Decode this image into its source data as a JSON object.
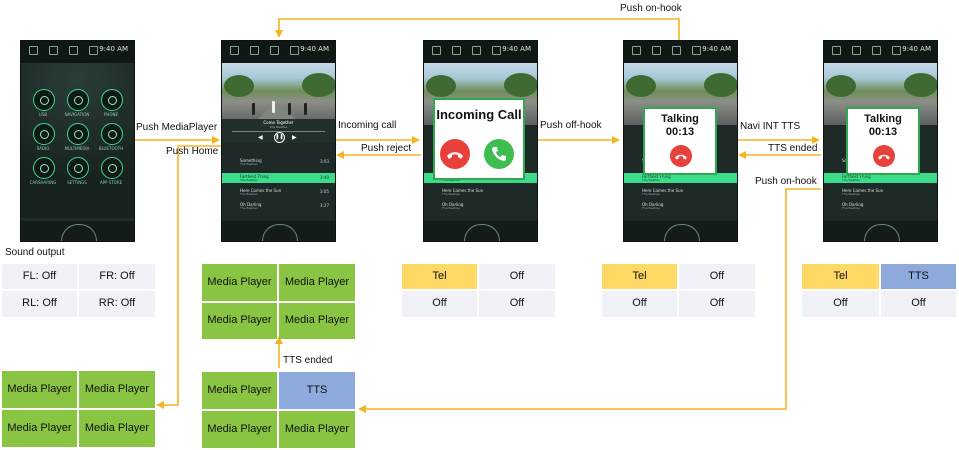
{
  "labels": {
    "push_on_hook_top": "Push on-hook",
    "push_mediaplayer": "Push MediaPlayer",
    "push_home": "Push Home",
    "incoming_call": "Incoming call",
    "push_reject": "Push reject",
    "push_off_hook": "Push off-hook",
    "navi_int_tts": "Navi INT TTS",
    "tts_ended_right": "TTS ended",
    "push_on_hook_right": "Push on-hook",
    "tts_ended_bottom": "TTS ended",
    "sound_output": "Sound output"
  },
  "screens": {
    "home": {
      "time": "9:40 AM",
      "icons": [
        "USB",
        "NAVIGATION",
        "PHONE",
        "RADIO",
        "MULTIMEDIA",
        "BLUETOOTH",
        "CARSHARING",
        "SETTINGS",
        "APP STORE"
      ]
    },
    "media": {
      "time": "9:40 AM",
      "now_playing_title": "Come Together",
      "now_playing_artist": "The Beatles",
      "tracks": [
        {
          "title": "Something",
          "artist": "The Beatles",
          "dur": "3:03"
        },
        {
          "title": "Farthest Thing",
          "artist": "The Beatles",
          "dur": "3:40"
        },
        {
          "title": "Here Comes the Sun",
          "artist": "The Beatles",
          "dur": "3:05"
        },
        {
          "title": "Oh Darling",
          "artist": "The Beatles",
          "dur": "3:27"
        }
      ]
    },
    "incoming": {
      "time": "9:40 AM",
      "title": "Incoming Call"
    },
    "talking": {
      "time": "9:40 AM",
      "title": "Talking",
      "timer": "00:13"
    },
    "talking_tts": {
      "time": "9:40 AM",
      "title": "Talking",
      "timer": "00:13"
    }
  },
  "tables": {
    "sound_output": {
      "fl": "FL: Off",
      "fr": "FR: Off",
      "rl": "RL: Off",
      "rr": "RR: Off"
    },
    "t_media_top": [
      "Media Player",
      "Media Player",
      "Media Player",
      "Media Player"
    ],
    "t_tel": [
      "Tel",
      "Off",
      "Off",
      "Off"
    ],
    "t_tel2": [
      "Tel",
      "Off",
      "Off",
      "Off"
    ],
    "t_tel_tts": [
      "Tel",
      "TTS",
      "Off",
      "Off"
    ],
    "t_media_left": [
      "Media Player",
      "Media Player",
      "Media Player",
      "Media Player"
    ],
    "t_media_tts": [
      "Media Player",
      "TTS",
      "Media Player",
      "Media Player"
    ]
  },
  "colors": {
    "arrow": "#f5b324",
    "media_green": "#8ac443",
    "tel_yellow": "#fed966",
    "tts_blue": "#8ea9db",
    "off_gray": "#f0f2f7",
    "accept": "#3dbd4f",
    "reject": "#e8403a"
  }
}
